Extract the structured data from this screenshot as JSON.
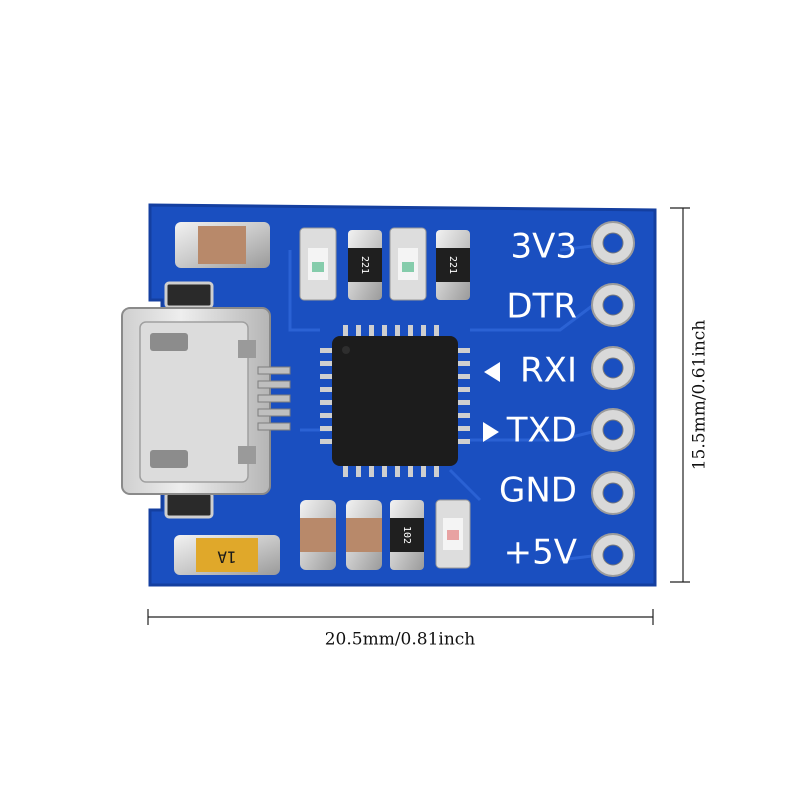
{
  "board": {
    "pin_labels": [
      "3V3",
      "DTR",
      "RXI",
      "TXD",
      "GND",
      "+5V"
    ],
    "resistor_codes": [
      "221",
      "221",
      "102"
    ],
    "fuse_code": "1A",
    "colors": {
      "pcb": "#1a4fc0",
      "pcb_edge": "#143fa0",
      "pad": "#d9d9d9",
      "chip": "#1c1c1c",
      "label": "#ffffff"
    }
  },
  "dimensions": {
    "width_label": "20.5mm/0.81inch",
    "height_label": "15.5mm/0.61inch"
  }
}
